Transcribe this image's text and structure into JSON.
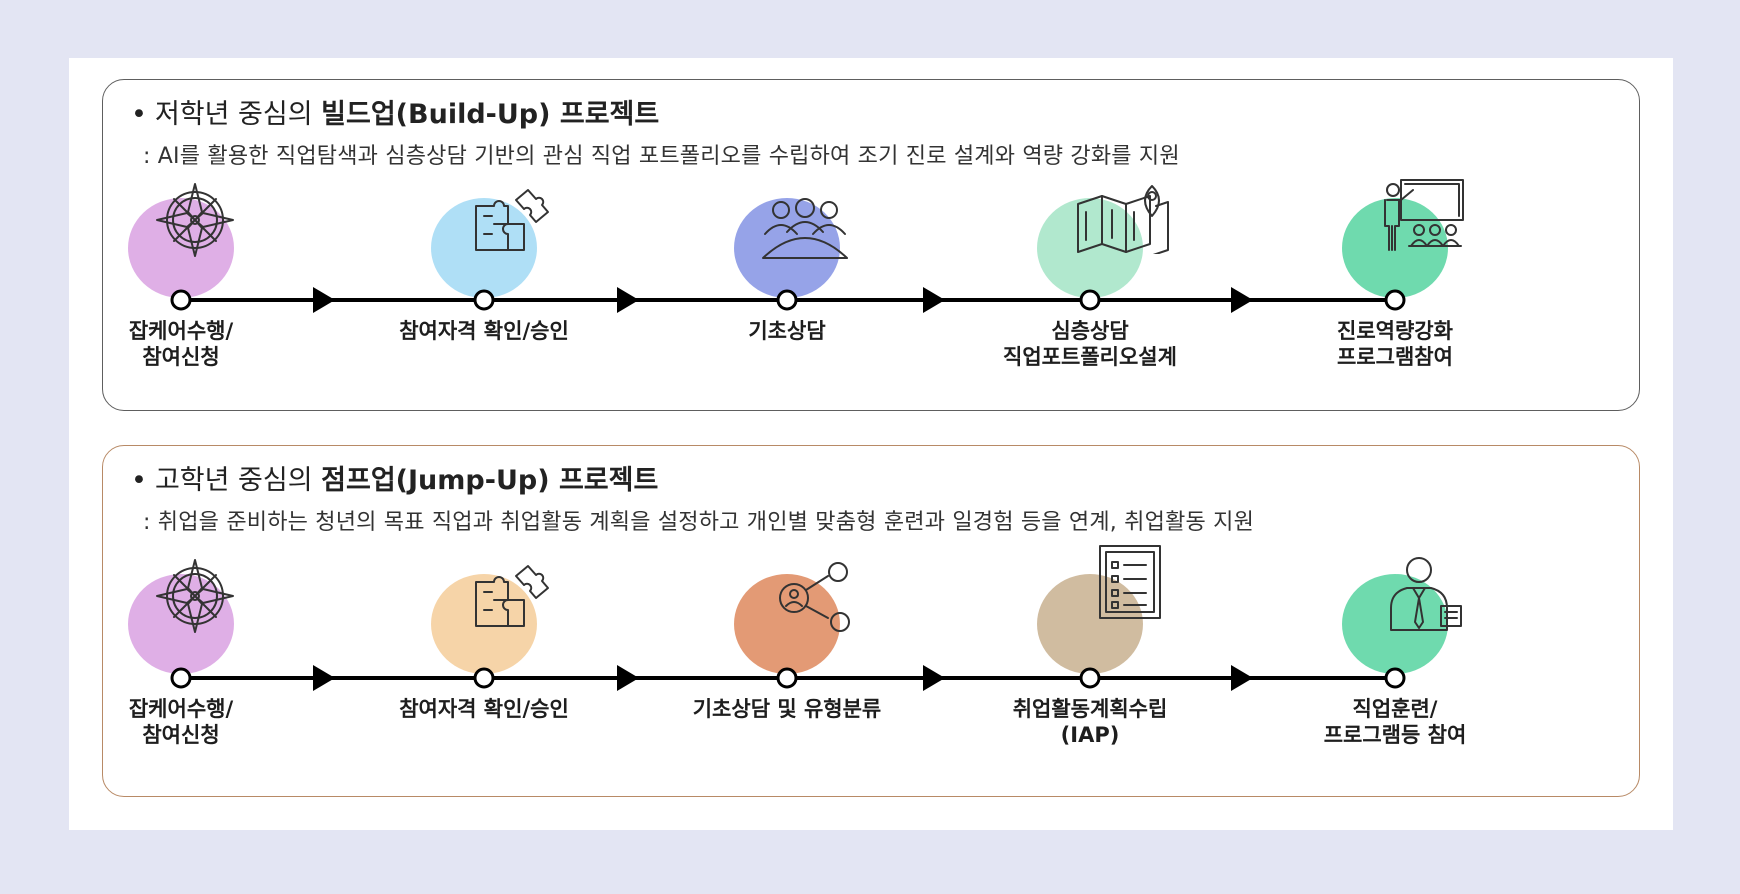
{
  "colors": {
    "background": "#e3e5f3",
    "panel1_border": "#5e5e5e",
    "panel2_border": "#b88a66"
  },
  "panels": [
    {
      "bullet": "•",
      "title_prefix": "저학년 중심의 ",
      "title_bold": "빌드업(Build-Up) 프로젝트",
      "description": ": AI를 활용한 직업탐색과 심층상담 기반의 관심 직업 포트폴리오를 수립하여 조기 진로 설계와 역량 강화를 지원",
      "steps": [
        {
          "line1": "잡케어수행/",
          "line2": "참여신청",
          "icon": "compass-icon",
          "color": "#dba6e3"
        },
        {
          "line1": "참여자격 확인/승인",
          "line2": "",
          "icon": "puzzle-icon",
          "color": "#a6dcf5"
        },
        {
          "line1": "기초상담",
          "line2": "",
          "icon": "group-meeting-icon",
          "color": "#8b99e6"
        },
        {
          "line1": "심층상담",
          "line2": "직업포트폴리오설계",
          "icon": "map-pin-icon",
          "color": "#a8e6c9"
        },
        {
          "line1": "진로역량강화",
          "line2": "프로그램참여",
          "icon": "teacher-presentation-icon",
          "color": "#5fd6a5"
        }
      ]
    },
    {
      "bullet": "•",
      "title_prefix": "고학년 중심의 ",
      "title_bold": "점프업(Jump-Up) 프로젝트",
      "description": ": 취업을 준비하는 청년의 목표 직업과 취업활동 계획을 설정하고 개인별 맞춤형 훈련과 일경험 등을 연계, 취업활동 지원",
      "steps": [
        {
          "line1": "잡케어수행/",
          "line2": "참여신청",
          "icon": "compass-icon",
          "color": "#dba6e3"
        },
        {
          "line1": "참여자격 확인/승인",
          "line2": "",
          "icon": "puzzle-icon",
          "color": "#f5cf9e"
        },
        {
          "line1": "기초상담 및 유형분류",
          "line2": "",
          "icon": "person-network-icon",
          "color": "#e08f66"
        },
        {
          "line1": "취업활동계획수립",
          "line2": "(IAP)",
          "icon": "checklist-icon",
          "color": "#cbb596"
        },
        {
          "line1": "직업훈련/",
          "line2": "프로그램등 참여",
          "icon": "businessman-icon",
          "color": "#5fd6a5"
        }
      ]
    }
  ]
}
